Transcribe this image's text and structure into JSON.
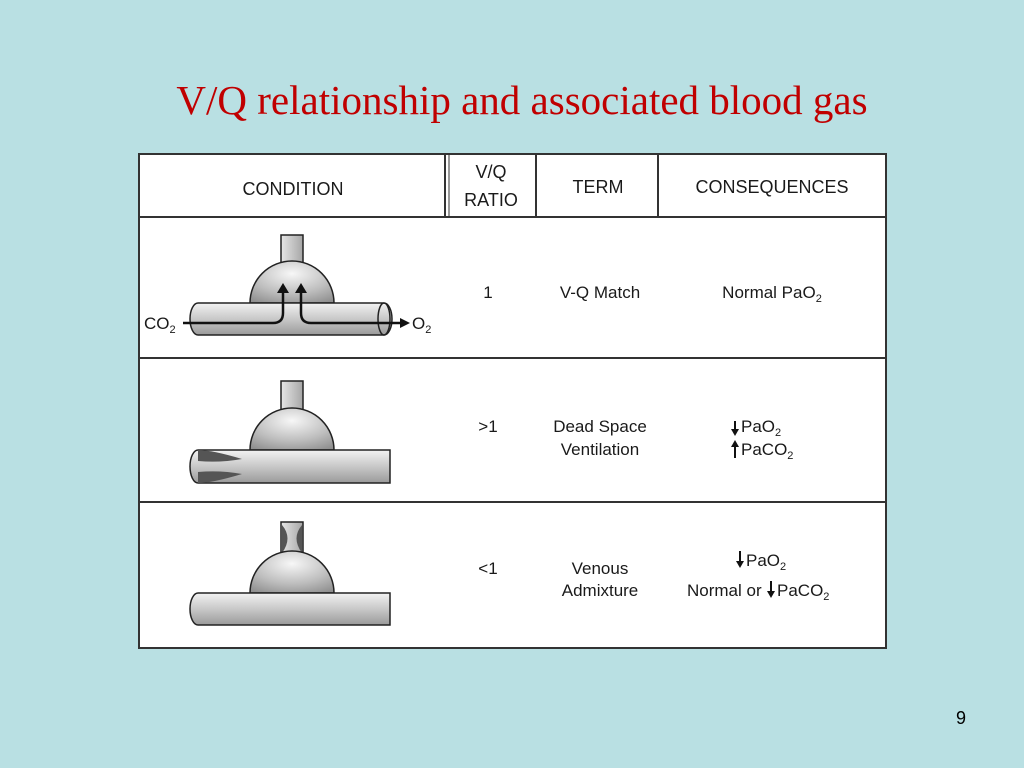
{
  "slide": {
    "title": "V/Q relationship and associated blood gas",
    "page_number": "9"
  },
  "table": {
    "headers": {
      "condition": "CONDITION",
      "ratio_line1": "V/Q",
      "ratio_line2": "RATIO",
      "term": "TERM",
      "consequences": "CONSEQUENCES"
    },
    "rows": [
      {
        "ratio": "1",
        "term_line1": "V-Q Match",
        "term_line2": "",
        "cons_line1_prefix": "Normal PaO",
        "cons_line1_sub": "2",
        "cons_line2_prefix": "",
        "cons_line2_text": "",
        "cons_line2_sub": "",
        "diagram_labels": {
          "left": "CO",
          "left_sub": "2",
          "right": "O",
          "right_sub": "2"
        }
      },
      {
        "ratio": ">1",
        "term_line1": "Dead Space",
        "term_line2": "Ventilation",
        "cons_line1_prefix": "PaO",
        "cons_line1_sub": "2",
        "cons_line2_prefix": "",
        "cons_line2_text": "PaCO",
        "cons_line2_sub": "2"
      },
      {
        "ratio": "<1",
        "term_line1": "Venous",
        "term_line2": "Admixture",
        "cons_line1_prefix": "PaO",
        "cons_line1_sub": "2",
        "cons_line2_prefix": "Normal or",
        "cons_line2_text": "PaCO",
        "cons_line2_sub": "2"
      }
    ]
  },
  "icons": [
    "down-arrow-icon",
    "up-arrow-icon",
    "right-arrow-icon"
  ],
  "colors": {
    "background": "#b9e0e3",
    "title": "#c00000",
    "table_bg": "#ffffff",
    "vessel_fill": "#cfcfcf",
    "obstruction_fill": "#555555"
  }
}
